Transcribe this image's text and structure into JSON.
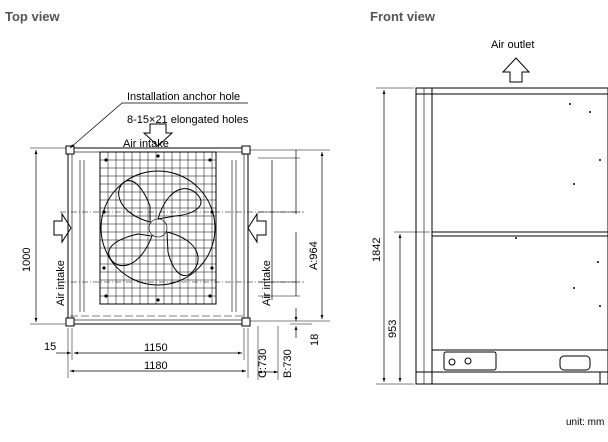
{
  "views": {
    "top": {
      "heading": "Top view",
      "labels": {
        "anchor": "Installation anchor hole",
        "holes": "8-15×21 elongated holes",
        "air_intake_top": "Air intake",
        "air_intake_left": "Air intake",
        "air_intake_right": "Air intake"
      },
      "dimensions": {
        "depth": "1000",
        "a": "A:964",
        "offset_15": "15",
        "width_1150": "1150",
        "width_1180": "1180",
        "c": "C:730",
        "b": "B:730",
        "edge_18": "18"
      }
    },
    "front": {
      "heading": "Front view",
      "labels": {
        "air_outlet": "Air outlet"
      },
      "dimensions": {
        "height": "1842",
        "mid": "953"
      }
    }
  },
  "unit": "unit: mm"
}
